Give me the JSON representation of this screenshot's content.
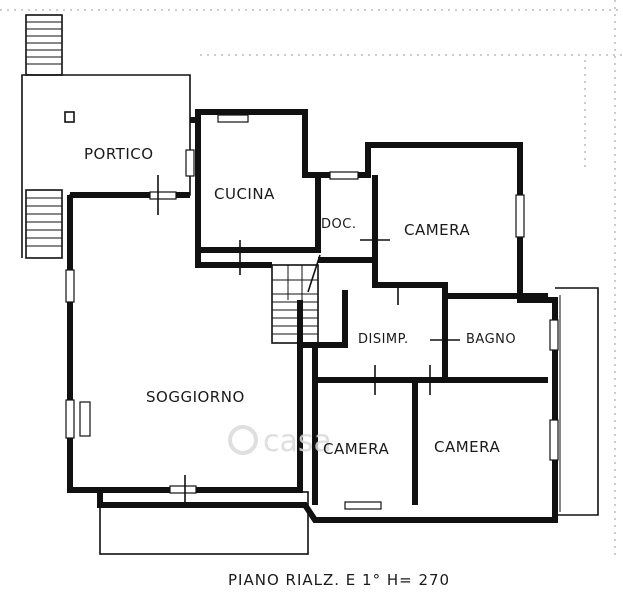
{
  "rooms": {
    "portico": "PORTICO",
    "cucina": "CUCINA",
    "doc": "DOC.",
    "camera_1": "CAMERA",
    "disimp": "DISIMP.",
    "bagno": "BAGNO",
    "soggiorno": "SOGGIORNO",
    "camera_2": "CAMERA",
    "camera_3": "CAMERA"
  },
  "caption": "PIANO RIALZ. E 1° H= 270",
  "colors": {
    "line": "#111111",
    "paper": "#ffffff",
    "watermark": "#d9d9d9"
  }
}
